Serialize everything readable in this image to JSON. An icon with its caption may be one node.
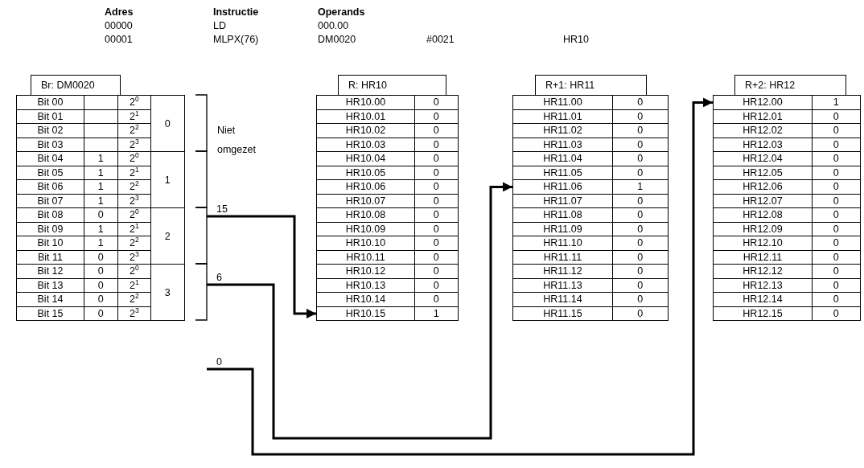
{
  "diagram": {
    "nodes": [
      {
        "text": [
          "Br: DM0020"
        ]
      },
      {
        "text": [
          "Bit 00",
          "2$^{0}$"
        ]
      },
      {
        "text": [
          "Bit 01",
          "2$^{1}$"
        ]
      },
      {
        "text": [
          "Bit 02",
          "2$^{2}$"
        ]
      },
      {
        "text": [
          "Bit 03",
          "2$^{3}$"
        ]
      },
      {
        "text": [
          "Bit 04",
          "1",
          "2$^{0}$"
        ]
      },
      {
        "text": [
          "Bit 05",
          "1",
          "2$^{1}$"
        ]
      },
      {
        "text": [
          "Bit 06",
          "1",
          "2$^{2}$"
        ]
      },
      {
        "text": [
          "Bit 07",
          "1",
          "2$^{3}$"
        ]
      },
      {
        "text": [
          "Bit 08",
          "0",
          "2$^{0}$"
        ]
      },
      {
        "text": [
          "Bit 09",
          "1",
          "2$^{1}$"
        ]
      },
      {
        "text": [
          "Bit 10",
          "1",
          "2$^{2}$"
        ]
      },
      {
        "text": [
          "Bit 11",
          "0",
          "2$^{3}$"
        ]
      },
      {
        "text": [
          "Bit 12",
          "0",
          "2$^{0}$"
        ]
      },
      {
        "text": [
          "Bit 13",
          "0",
          "2$^{1}$"
        ]
      },
      {
        "text": [
          "Bit 14",
          "0",
          "2$^{2}$"
        ]
      },
      {
        "text": [
          "Bit 15",
          "0",
          "2$^{3}$"
        ]
      },
      {
        "text": [
          "0"
        ]
      },
      {
        "text": [
          "1"
        ]
      },
      {
        "text": [
          "2"
        ]
      },
      {
        "text": [
          "3"
        ]
      },
      {
        "text": [
          "15"
        ]
      },
      {
        "text": [
          "6"
        ]
      },
      {
        "text": [
          "0"
        ]
      },
      {
        "text": [
          "R: HR10"
        ]
      },
      {
        "text": [
          "HR10.00",
          "0"
        ]
      },
      {
        "text": [
          "HR10.01",
          "0"
        ]
      },
      {
        "text": [
          "HR10.02",
          "0"
        ]
      },
      {
        "text": [
          "HR10.03",
          "0"
        ]
      },
      {
        "text": [
          "HR10.04",
          "0"
        ]
      },
      {
        "text": [
          "HR10.05",
          "0"
        ]
      },
      {
        "text": [
          "HR10.06",
          "0"
        ]
      },
      {
        "text": [
          "HR10.07",
          "0"
        ]
      },
      {
        "text": [
          "HR10.08",
          "0"
        ]
      },
      {
        "text": [
          "HR10.09",
          "0"
        ]
      },
      {
        "text": [
          "HR10.10",
          "0"
        ]
      },
      {
        "text": [
          "HR10.11",
          "0"
        ]
      },
      {
        "text": [
          "HR10.12",
          "0"
        ]
      },
      {
        "text": [
          "HR10.13",
          "0"
        ]
      },
      {
        "text": [
          "HR10.14",
          "0"
        ]
      },
      {
        "text": [
          "HR10.15",
          "1"
        ]
      },
      {
        "text": [
          "R+1: HR11"
        ]
      },
      {
        "text": [
          "HR11.00",
          "0"
        ]
      },
      {
        "text": [
          "HR11.01",
          "0"
        ]
      },
      {
        "text": [
          "HR11.02",
          "0"
        ]
      },
      {
        "text": [
          "HR11.03",
          "0"
        ]
      },
      {
        "text": [
          "HR11.04",
          "0"
        ]
      },
      {
        "text": [
          "HR11.05",
          "0"
        ]
      },
      {
        "text": [
          "HR11.06",
          "1"
        ]
      },
      {
        "text": [
          "HR11.07",
          "0"
        ]
      },
      {
        "text": [
          "HR11.08",
          "0"
        ]
      },
      {
        "text": [
          "HR11.09",
          "0"
        ]
      },
      {
        "text": [
          "HR11.10",
          "0"
        ]
      },
      {
        "text": [
          "HR11.11",
          "0"
        ]
      },
      {
        "text": [
          "HR11.12",
          "0"
        ]
      },
      {
        "text": [
          "HR11.13",
          "0"
        ]
      },
      {
        "text": [
          "HR11.14",
          "0"
        ]
      },
      {
        "text": [
          "HR11.15",
          "0"
        ]
      },
      {
        "text": [
          "R+2: HR12"
        ]
      },
      {
        "text": [
          "HR12.00",
          "1"
        ]
      },
      {
        "text": [
          "HR12.01",
          "0"
        ]
      },
      {
        "text": [
          "HR12.02",
          "0"
        ]
      },
      {
        "text": [
          "HR12.03",
          "0"
        ]
      },
      {
        "text": [
          "HR12.04",
          "0"
        ]
      },
      {
        "text": [
          "HR12.05",
          "0"
        ]
      },
      {
        "text": [
          "HR12.06",
          "0"
        ]
      },
      {
        "text": [
          "HR12.07",
          "0"
        ]
      },
      {
        "text": [
          "HR12.08",
          "0"
        ]
      },
      {
        "text": [
          "HR12.09",
          "0"
        ]
      },
      {
        "text": [
          "HR12.10",
          "0"
        ]
      },
      {
        "text": [
          "HR12.11",
          "0"
        ]
      },
      {
        "text": [
          "HR12.12",
          "0"
        ]
      },
      {
        "text": [
          "HR12.13",
          "0"
        ]
      },
      {
        "text": [
          "HR12.14",
          "0"
        ]
      },
      {
        "text": [
          "HR12.15",
          "0"
        ]
      }
    ],
    "edges": [
      {
        "from": 21,
        "to": 40,
        "arrow": "to"
      },
      {
        "from": 22,
        "to": 48,
        "arrow": "to"
      },
      {
        "from": 23,
        "to": 59,
        "arrow": "to"
      }
    ],
    "labels": [
      "Adres",
      "Instructie",
      "Operands",
      "00000",
      "LD",
      "000.00",
      "00001",
      "MLPX(76)",
      "DM0020",
      "#0021",
      "HR10",
      "Niet omgezet"
    ]
  }
}
